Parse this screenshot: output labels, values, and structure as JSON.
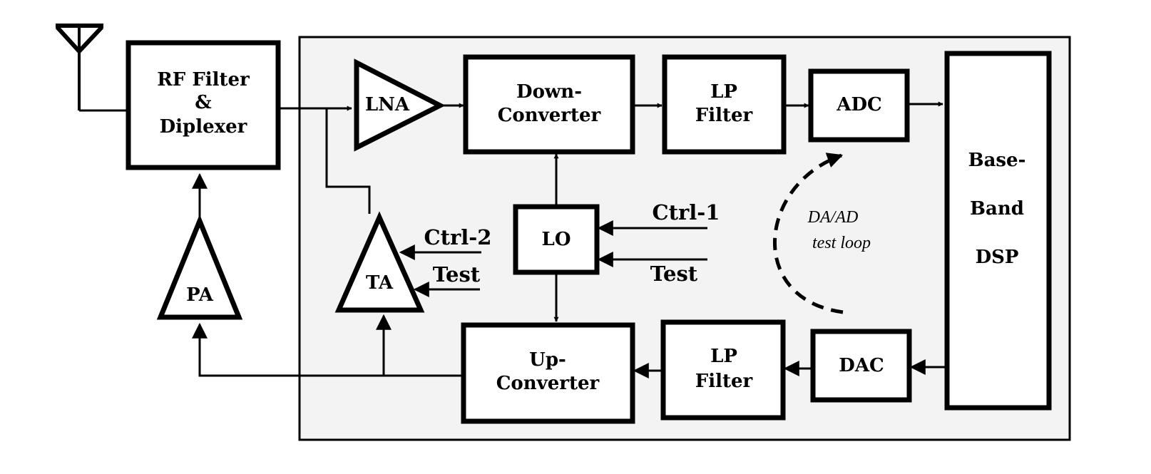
{
  "blocks": {
    "rf_filter": [
      "RF Filter",
      "&",
      "Diplexer"
    ],
    "lna": "LNA",
    "down_converter": [
      "Down-",
      "Converter"
    ],
    "lp_filter_rx": [
      "LP",
      "Filter"
    ],
    "adc": "ADC",
    "baseband_dsp": [
      "Base-",
      "Band",
      "DSP"
    ],
    "lo": "LO",
    "ta": "TA",
    "pa": "PA",
    "up_converter": [
      "Up-",
      "Converter"
    ],
    "lp_filter_tx": [
      "LP",
      "Filter"
    ],
    "dac": "DAC"
  },
  "control_labels": {
    "ctrl1": "Ctrl-1",
    "ctrl2": "Ctrl-2",
    "test_lo": "Test",
    "test_ta": "Test"
  },
  "loop_label": [
    "DA/AD",
    "test loop"
  ]
}
